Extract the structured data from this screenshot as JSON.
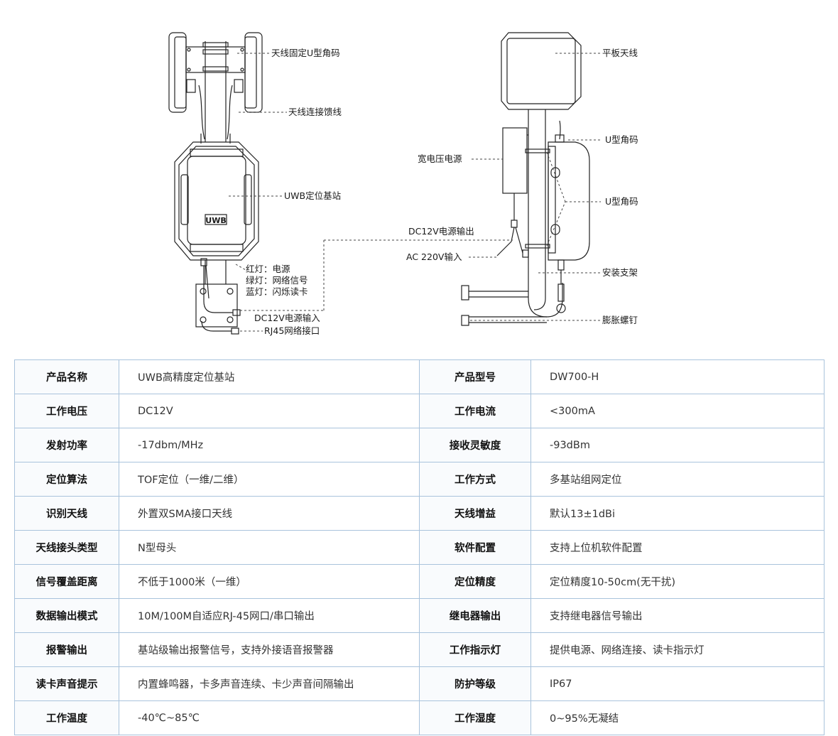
{
  "diagram": {
    "left": {
      "u_bracket": "天线固定U型角码",
      "feed_line": "天线连接馈线",
      "base_station": "UWB定位基站",
      "logo": "UWB",
      "led_red": "红灯：电源",
      "led_green": "绿灯：网络信号",
      "led_blue": "蓝灯：闪烁读卡",
      "dc_input": "DC12V电源输入",
      "rj45": "RJ45网络接口"
    },
    "right": {
      "panel_antenna": "平板天线",
      "u_bracket_top": "U型角码",
      "power_supply": "宽电压电源",
      "u_bracket_mid": "U型角码",
      "dc_output": "DC12V电源输出",
      "ac_input": "AC 220V输入",
      "mount_bracket": "安装支架",
      "anchor_bolt": "膨胀螺钉"
    }
  },
  "specs": [
    [
      {
        "label": "产品名称",
        "value": "UWB高精度定位基站"
      },
      {
        "label": "产品型号",
        "value": "DW700-H"
      }
    ],
    [
      {
        "label": "工作电压",
        "value": "DC12V"
      },
      {
        "label": "工作电流",
        "value": "<300mA"
      }
    ],
    [
      {
        "label": "发射功率",
        "value": "-17dbm/MHz"
      },
      {
        "label": "接收灵敏度",
        "value": "-93dBm"
      }
    ],
    [
      {
        "label": "定位算法",
        "value": "TOF定位（一维/二维）"
      },
      {
        "label": "工作方式",
        "value": "多基站组网定位"
      }
    ],
    [
      {
        "label": "识别天线",
        "value": "外置双SMA接口天线"
      },
      {
        "label": "天线增益",
        "value": "默认13±1dBi"
      }
    ],
    [
      {
        "label": "天线接头类型",
        "value": "N型母头"
      },
      {
        "label": "软件配置",
        "value": "支持上位机软件配置"
      }
    ],
    [
      {
        "label": "信号覆盖距离",
        "value": "不低于1000米（一维）"
      },
      {
        "label": "定位精度",
        "value": "定位精度10-50cm(无干扰)"
      }
    ],
    [
      {
        "label": "数据输出模式",
        "value": "10M/100M自适应RJ-45网口/串口输出"
      },
      {
        "label": "继电器输出",
        "value": "支持继电器信号输出"
      }
    ],
    [
      {
        "label": "报警输出",
        "value": "基站级输出报警信号，支持外接语音报警器"
      },
      {
        "label": "工作指示灯",
        "value": "提供电源、网络连接、读卡指示灯"
      }
    ],
    [
      {
        "label": "读卡声音提示",
        "value": "内置蜂鸣器，卡多声音连续、卡少声音间隔输出"
      },
      {
        "label": "防护等级",
        "value": "IP67"
      }
    ],
    [
      {
        "label": "工作温度",
        "value": "-40℃~85℃"
      },
      {
        "label": "工作湿度",
        "value": "0~95%无凝结"
      }
    ]
  ]
}
